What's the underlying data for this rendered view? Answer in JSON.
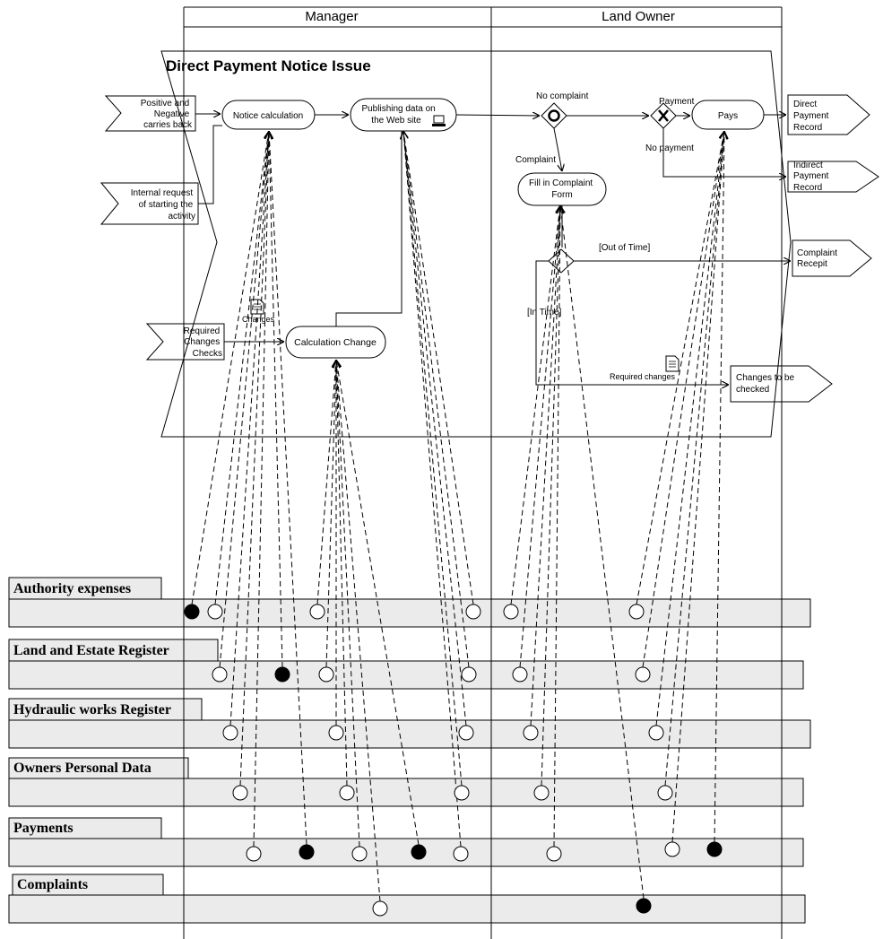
{
  "lanes": {
    "manager": "Manager",
    "owner": "Land Owner"
  },
  "process": {
    "title": "Direct Payment Notice Issue"
  },
  "inputs": {
    "positive": [
      "Positive and",
      "Negative",
      "carries back"
    ],
    "internal": [
      "Internal request",
      "of starting the",
      "activity"
    ],
    "required": [
      "Required",
      "Changes",
      "Checks"
    ]
  },
  "activities": {
    "notice": "Notice calculation",
    "publishing": [
      "Publishing data on",
      "the Web site"
    ],
    "calc_change": "Calculation Change",
    "complaint_form": [
      "Fill in Complaint",
      "Form"
    ],
    "pays": "Pays"
  },
  "labels": {
    "no_complaint": "No complaint",
    "complaint": "Complaint",
    "payment": "Payment",
    "no_payment": "No payment",
    "out_of_time": "[Out of Time]",
    "in_time": "[In Time]",
    "changes": "Changes",
    "required_changes": "Required changes"
  },
  "outputs": {
    "direct": [
      "Direct",
      "Payment",
      "Record"
    ],
    "indirect": [
      "Indirect",
      "Payment",
      "Record"
    ],
    "complaint_receipt": [
      "Complaint",
      "Recepit"
    ],
    "changes_checked": [
      "Changes to be",
      "checked"
    ]
  },
  "registers": [
    "Authority expenses",
    "Land and Estate Register",
    "Hydraulic works Register",
    "Owners Personal Data",
    "Payments",
    "Complaints"
  ]
}
